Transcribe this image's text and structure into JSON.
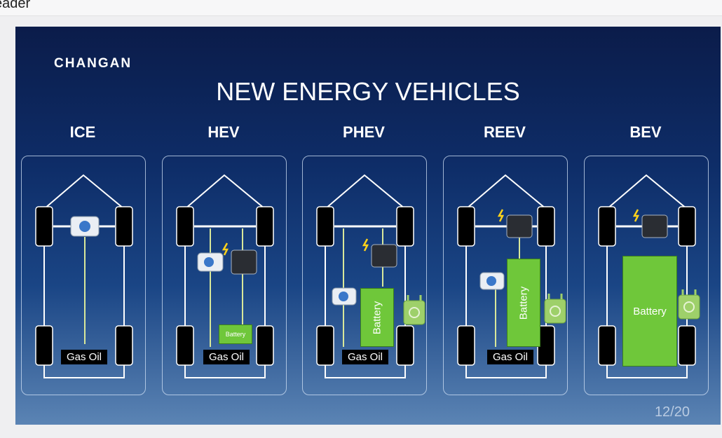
{
  "window": {
    "top_text": "eader"
  },
  "slide": {
    "brand": "CHANGAN",
    "title": "NEW ENERGY VEHICLES",
    "page": "12/20",
    "columns": [
      {
        "label": "ICE",
        "fuel": "Gas Oil",
        "battery": null
      },
      {
        "label": "HEV",
        "fuel": "Gas Oil",
        "battery": "Battery"
      },
      {
        "label": "PHEV",
        "fuel": "Gas Oil",
        "battery": "Battery"
      },
      {
        "label": "REEV",
        "fuel": "Gas Oil",
        "battery": "Battery"
      },
      {
        "label": "BEV",
        "fuel": null,
        "battery": "Battery"
      }
    ]
  },
  "colors": {
    "battery": "#6fc73a",
    "link_line": "#d9e89a",
    "slide_top": "#0b1c4a",
    "slide_bottom": "#5b84b4"
  }
}
